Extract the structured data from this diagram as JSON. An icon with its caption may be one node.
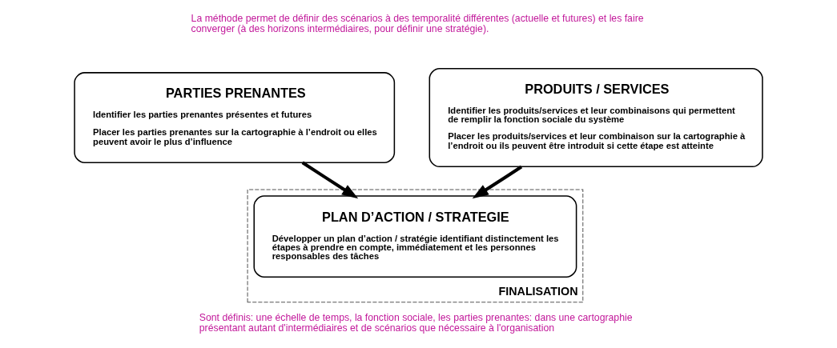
{
  "diagram": {
    "nodes": [
      {
        "text": [
          "PARTIES PRENANTES",
          "Identifier les parties prenantes présentes et futures",
          "Placer les parties prenantes sur la cartographie à l’endroit ou elles peuvent avoir le plus d’influence"
        ]
      },
      {
        "text": [
          "PRODUITS / SERVICES",
          "Identifier les produits/services et leur combinaisons qui permettent de remplir la fonction sociale du système",
          "Placer les produits/services et leur combinaison sur la cartographie à l’endroit ou ils peuvent être introduit si cette étape est atteinte"
        ]
      },
      {
        "text": [
          "FINALISATION"
        ]
      },
      {
        "text": [
          "PLAN D’ACTION / STRATEGIE",
          "Développer un plan d’action / stratégie identifiant distinctement les étapes à prendre en compte, immédiatement et les personnes responsables des tâches"
        ],
        "in": 2
      }
    ],
    "edges": [
      {
        "from": 0,
        "to": 3,
        "arrow": "to"
      },
      {
        "from": 1,
        "to": 3,
        "arrow": "to"
      }
    ],
    "labels": [
      "La méthode permet de définir des scénarios à des temporalité différentes (actuelle et futures) et les faire converger (à des horizons intermédiaires, pour définir une stratégie).",
      "Sont définis: une échelle de temps, la fonction sociale, les parties prenantes: dans une cartographie présentant autant d'intermédiaires et de scénarios que nécessaire à l'organisation"
    ]
  }
}
